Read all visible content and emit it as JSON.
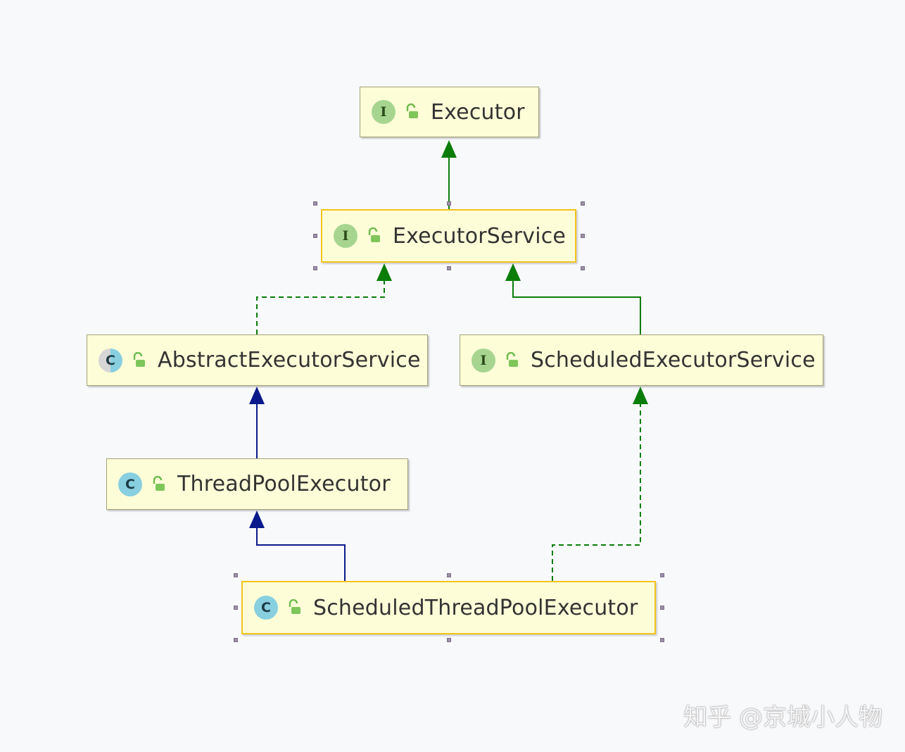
{
  "nodes": [
    {
      "id": "executor",
      "label": "Executor",
      "kind": "interface",
      "badge": "I",
      "selected": false
    },
    {
      "id": "executor-service",
      "label": "ExecutorService",
      "kind": "interface",
      "badge": "I",
      "selected": true
    },
    {
      "id": "abstract-executor-service",
      "label": "AbstractExecutorService",
      "kind": "abstract-class",
      "badge": "C",
      "selected": false
    },
    {
      "id": "scheduled-executor-service",
      "label": "ScheduledExecutorService",
      "kind": "interface",
      "badge": "I",
      "selected": false
    },
    {
      "id": "thread-pool-executor",
      "label": "ThreadPoolExecutor",
      "kind": "class",
      "badge": "C",
      "selected": false
    },
    {
      "id": "scheduled-thread-pool-executor",
      "label": "ScheduledThreadPoolExecutor",
      "kind": "class",
      "badge": "C",
      "selected": true
    }
  ],
  "edges": [
    {
      "from": "executor-service",
      "to": "executor",
      "type": "extends-interface",
      "style": "solid",
      "color": "#0a7d0a"
    },
    {
      "from": "abstract-executor-service",
      "to": "executor-service",
      "type": "implements",
      "style": "dashed",
      "color": "#0a7d0a"
    },
    {
      "from": "scheduled-executor-service",
      "to": "executor-service",
      "type": "extends-interface",
      "style": "solid",
      "color": "#0a7d0a"
    },
    {
      "from": "thread-pool-executor",
      "to": "abstract-executor-service",
      "type": "extends-class",
      "style": "solid",
      "color": "#0a1a8c"
    },
    {
      "from": "scheduled-thread-pool-executor",
      "to": "thread-pool-executor",
      "type": "extends-class",
      "style": "solid",
      "color": "#0a1a8c"
    },
    {
      "from": "scheduled-thread-pool-executor",
      "to": "scheduled-executor-service",
      "type": "implements",
      "style": "dashed",
      "color": "#0a7d0a"
    }
  ],
  "watermark": "知乎 @京城小人物",
  "colors": {
    "node_fill": "#fdfdd8",
    "selected_border": "#f3c41b",
    "interface_badge": "#a7d58f",
    "class_badge": "#88cfe0",
    "implements_arrow": "#0a7d0a",
    "extends_class_arrow": "#0a1a8c"
  },
  "icons": {
    "visibility": "unlock-icon"
  }
}
